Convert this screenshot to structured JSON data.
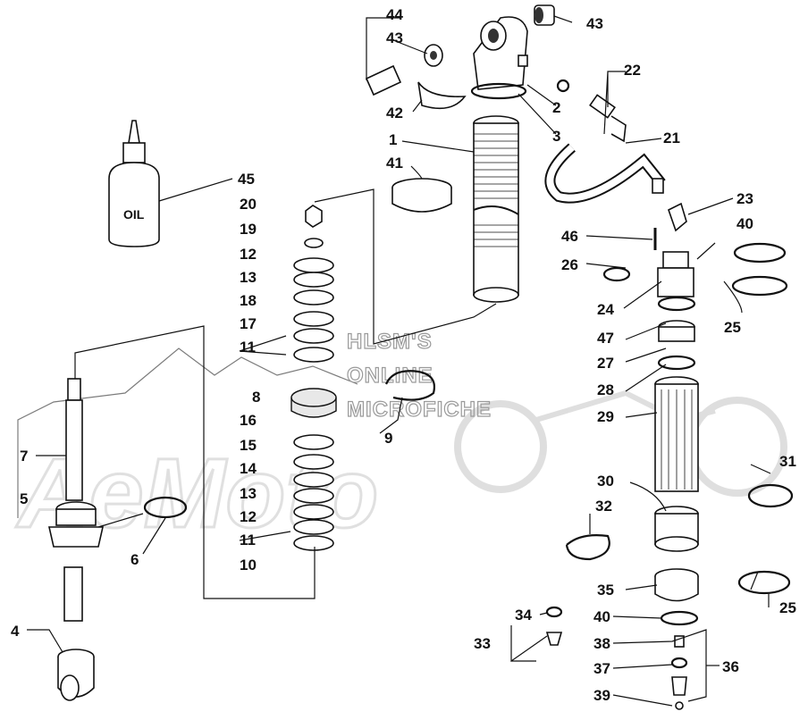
{
  "watermark": {
    "lines": [
      "HLSM'S",
      "ONLINE",
      "MICROFICHE"
    ]
  },
  "oil_label": "OIL",
  "callouts": {
    "c44": "44",
    "c43a": "43",
    "c43b": "43",
    "c22": "22",
    "c42": "42",
    "c2": "2",
    "c3": "3",
    "c1": "1",
    "c21": "21",
    "c41": "41",
    "c45": "45",
    "c20": "20",
    "c19": "19",
    "c12a": "12",
    "c13a": "13",
    "c18": "18",
    "c17": "17",
    "c11a": "11",
    "c8": "8",
    "c9": "9",
    "c16": "16",
    "c15": "15",
    "c14": "14",
    "c13b": "13",
    "c12b": "12",
    "c11b": "11",
    "c10": "10",
    "c7": "7",
    "c5": "5",
    "c6": "6",
    "c4": "4",
    "c23": "23",
    "c40a": "40",
    "c46": "46",
    "c26": "26",
    "c24": "24",
    "c25a": "25",
    "c47": "47",
    "c27": "27",
    "c28": "28",
    "c29": "29",
    "c31": "31",
    "c30": "30",
    "c32": "32",
    "c35": "35",
    "c25b": "25",
    "c34": "34",
    "c33": "33",
    "c40b": "40",
    "c38": "38",
    "c37": "37",
    "c36": "36",
    "c39": "39"
  }
}
